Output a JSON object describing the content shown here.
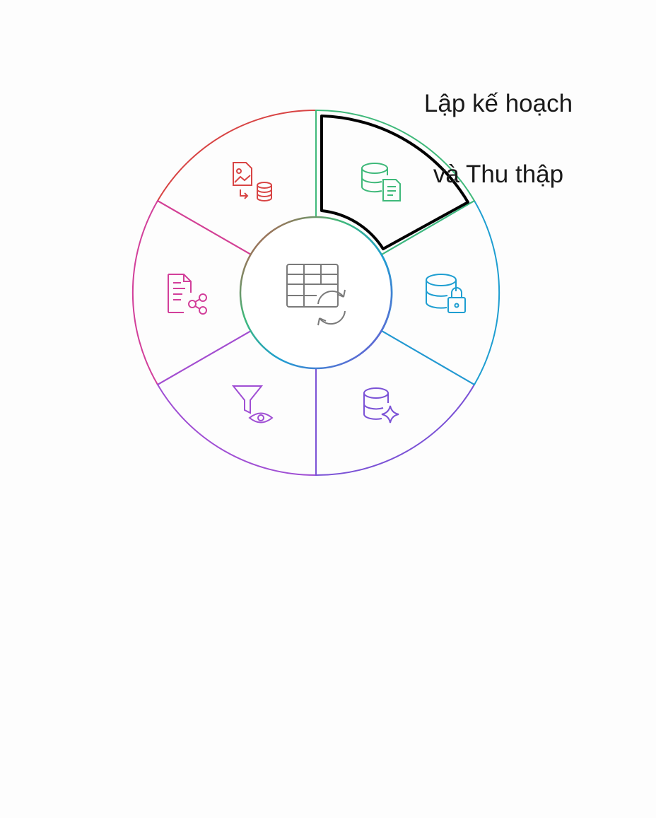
{
  "diagram": {
    "highlighted_segment": "planning",
    "label_lines": [
      "Lập kế hoạch",
      "và Thu thập"
    ],
    "hub": {
      "icon": "table-sync-icon",
      "color": "#7a7a7a"
    },
    "segments": [
      {
        "id": "planning",
        "icon": "database-document-icon",
        "color": "#3fb97a"
      },
      {
        "id": "security",
        "icon": "database-lock-icon",
        "color": "#1e9ed1"
      },
      {
        "id": "enhancement",
        "icon": "database-sparkle-icon",
        "color": "#7b52d6"
      },
      {
        "id": "filtering",
        "icon": "filter-eye-icon",
        "color": "#a04fd4"
      },
      {
        "id": "sharing",
        "icon": "document-share-icon",
        "color": "#d23f9a"
      },
      {
        "id": "import",
        "icon": "image-to-database-icon",
        "color": "#d84444"
      }
    ],
    "highlight_color": "#000000"
  }
}
